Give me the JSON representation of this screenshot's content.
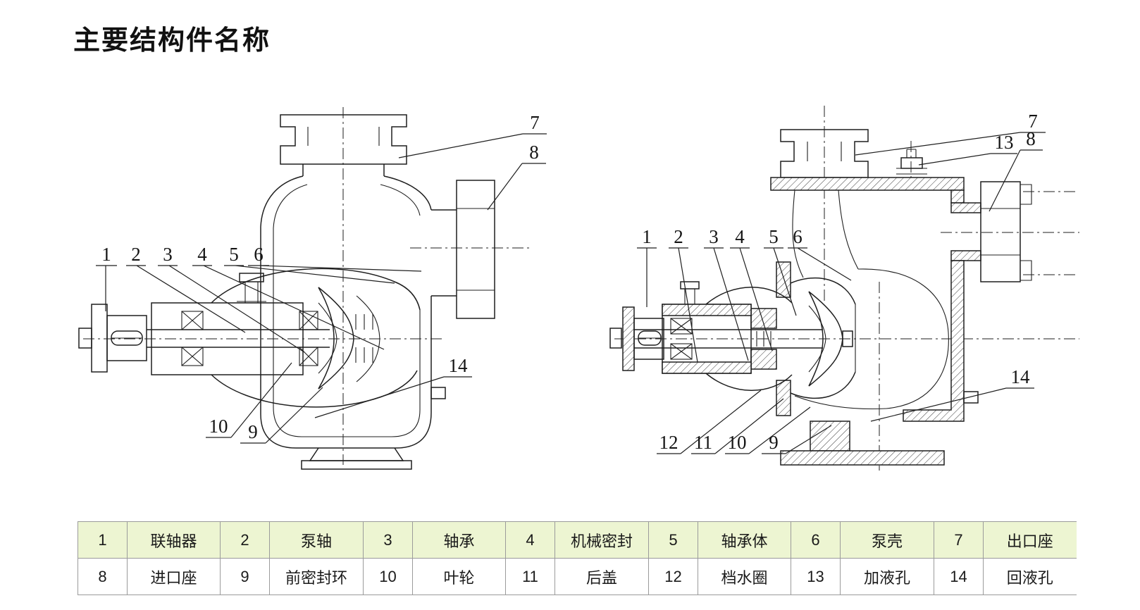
{
  "page": {
    "title": "主要结构件名称"
  },
  "colors": {
    "background": "#ffffff",
    "drawing_line": "#1f1f1f",
    "table_header_bg": "#edf5d2",
    "table_border": "#9b9b9b",
    "text": "#1a1a1a"
  },
  "diagrams": {
    "left": {
      "callouts": [
        "1",
        "2",
        "3",
        "4",
        "5",
        "6",
        "7",
        "8",
        "9",
        "10",
        "14"
      ]
    },
    "right": {
      "callouts": [
        "1",
        "2",
        "3",
        "4",
        "5",
        "6",
        "7",
        "8",
        "9",
        "10",
        "11",
        "12",
        "13",
        "14"
      ]
    }
  },
  "parts": [
    {
      "no": "1",
      "name": "联轴器"
    },
    {
      "no": "2",
      "name": "泵轴"
    },
    {
      "no": "3",
      "name": "轴承"
    },
    {
      "no": "4",
      "name": "机械密封"
    },
    {
      "no": "5",
      "name": "轴承体"
    },
    {
      "no": "6",
      "name": "泵壳"
    },
    {
      "no": "7",
      "name": "出口座"
    },
    {
      "no": "8",
      "name": "进口座"
    },
    {
      "no": "9",
      "name": "前密封环"
    },
    {
      "no": "10",
      "name": "叶轮"
    },
    {
      "no": "11",
      "name": "后盖"
    },
    {
      "no": "12",
      "name": "档水圈"
    },
    {
      "no": "13",
      "name": "加液孔"
    },
    {
      "no": "14",
      "name": "回液孔"
    }
  ]
}
